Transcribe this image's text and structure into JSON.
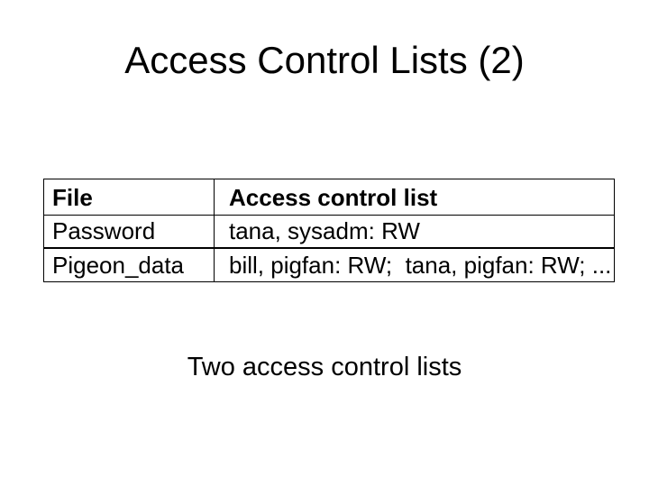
{
  "slide": {
    "title": "Access Control Lists (2)",
    "caption": "Two access control lists"
  },
  "table": {
    "headers": [
      "File",
      "Access control list"
    ],
    "rows": [
      [
        "Password",
        "tana, sysadm: RW"
      ],
      [
        "Pigeon_data",
        "bill, pigfan: RW;  tana, pigfan: RW; ..."
      ]
    ]
  },
  "colors": {
    "background": "#ffffff",
    "text": "#000000",
    "table_border": "#000000"
  }
}
